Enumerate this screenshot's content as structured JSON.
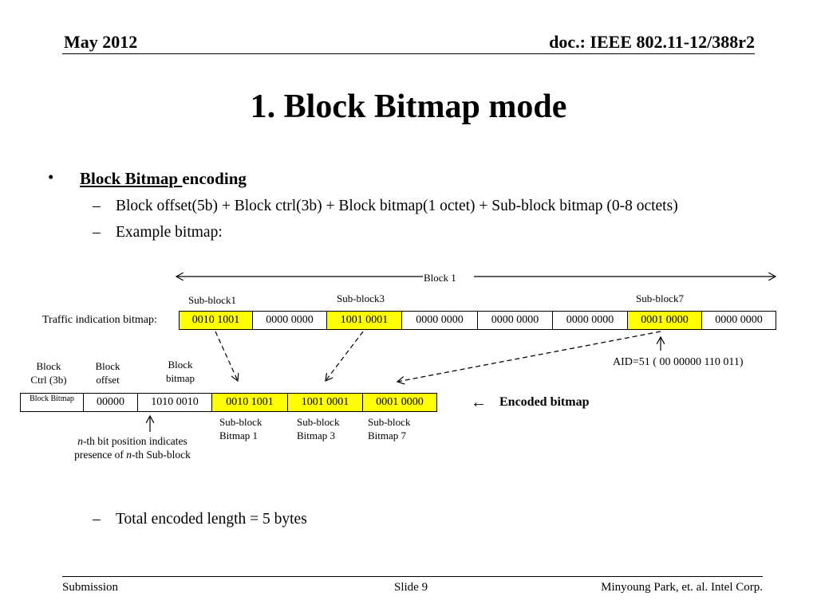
{
  "header": {
    "date": "May 2012",
    "doc": "doc.: IEEE 802.11-12/388r2"
  },
  "title": "1. Block Bitmap mode",
  "bullets": {
    "main_underlined": "Block Bitmap ",
    "main_rest": "encoding",
    "sub1": "Block offset(5b) + Block ctrl(3b) + Block bitmap(1 octet) + Sub-block bitmap (0-8 octets)",
    "sub2": "Example bitmap:",
    "sub3": "Total encoded length = 5 bytes",
    "dash": "–",
    "dot": "•"
  },
  "diagram": {
    "block_label": "Block 1",
    "traffic_label": "Traffic indication bitmap:",
    "subblock_labels": [
      "Sub-block1",
      "Sub-block3",
      "Sub-block7"
    ],
    "traffic_cells": [
      "0010 1001",
      "0000 0000",
      "1001 0001",
      "0000 0000",
      "0000 0000",
      "0000 0000",
      "0001 0000",
      "0000 0000"
    ],
    "aid_label": "AID=51 ( 00 00000 110 011)",
    "col_headers": {
      "ctrl": [
        "Block",
        "Ctrl (3b)"
      ],
      "offset": [
        "Block",
        "offset"
      ],
      "bitmap": [
        "Block",
        "bitmap"
      ]
    },
    "encoded_cells": [
      "Block Bitmap",
      "00000",
      "1010 0010",
      "0010 1001",
      "1001 0001",
      "0001 0000"
    ],
    "encoded_label": "Encoded bitmap",
    "encoded_arrow": "←",
    "sb_bitmap_labels": [
      [
        "Sub-block",
        "Bitmap 1"
      ],
      [
        "Sub-block",
        "Bitmap 3"
      ],
      [
        "Sub-block",
        "Bitmap 7"
      ]
    ],
    "nth_note_italic": "n",
    "nth_note_1": "-th bit position indicates",
    "nth_note_2a": "presence of ",
    "nth_note_2b": "-th Sub-block",
    "highlight": "#ffff00"
  },
  "footer": {
    "left": "Submission",
    "center": "Slide 9",
    "right": "Minyoung Park, et. al. Intel Corp."
  }
}
